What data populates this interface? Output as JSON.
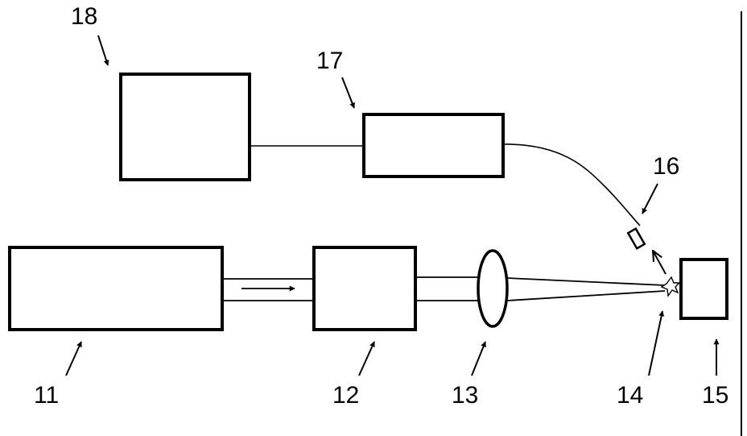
{
  "labels": {
    "c11": "11",
    "c12": "12",
    "c13": "13",
    "c14": "14",
    "c15": "15",
    "c16": "16",
    "c17": "17",
    "c18": "18"
  }
}
